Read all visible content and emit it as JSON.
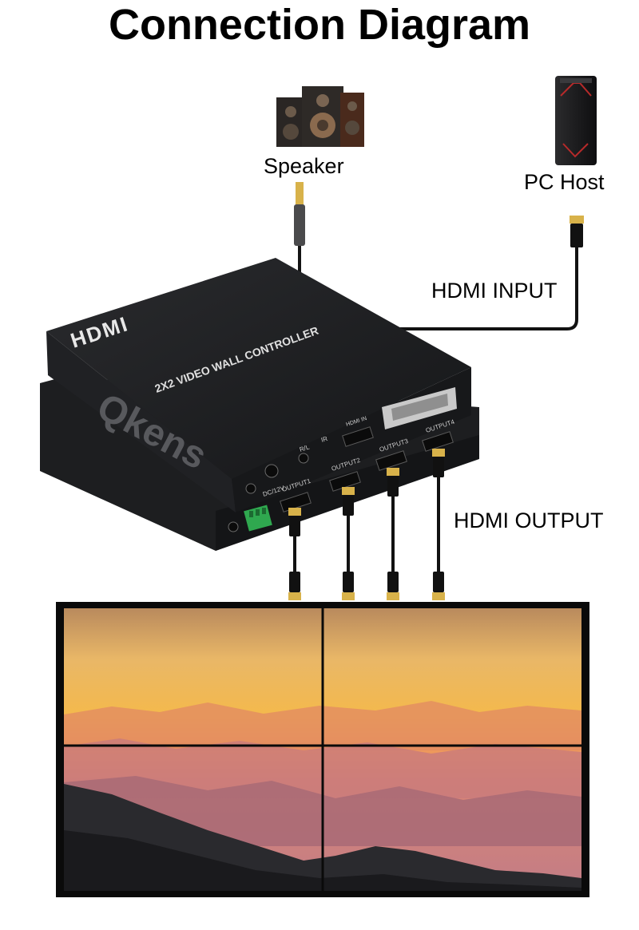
{
  "title": "Connection Diagram",
  "labels": {
    "speaker": "Speaker",
    "pc_host": "PC Host",
    "hdmi_input": "HDMI INPUT",
    "hdmi_output": "HDMI OUTPUT"
  },
  "device": {
    "logo": "HDMI",
    "name": "2X2 VIDEO WALL CONTROLLER",
    "watermark": "Qkens",
    "ports": {
      "power": "DC/12V",
      "audio": "R/L",
      "ir": "IR",
      "hdmi_in": "HDMI IN",
      "output1": "OUTPUT1",
      "output2": "OUTPUT2",
      "output3": "OUTPUT3",
      "output4": "OUTPUT4"
    }
  },
  "video_wall": {
    "layout": "2x2"
  },
  "colors": {
    "device_body": "#1e1f21",
    "cable": "#111111",
    "connector_gold": "#d8b24a",
    "terminal_green": "#2fa84f",
    "sky_top": "#c9955a",
    "sky_glow": "#f3b64a"
  }
}
